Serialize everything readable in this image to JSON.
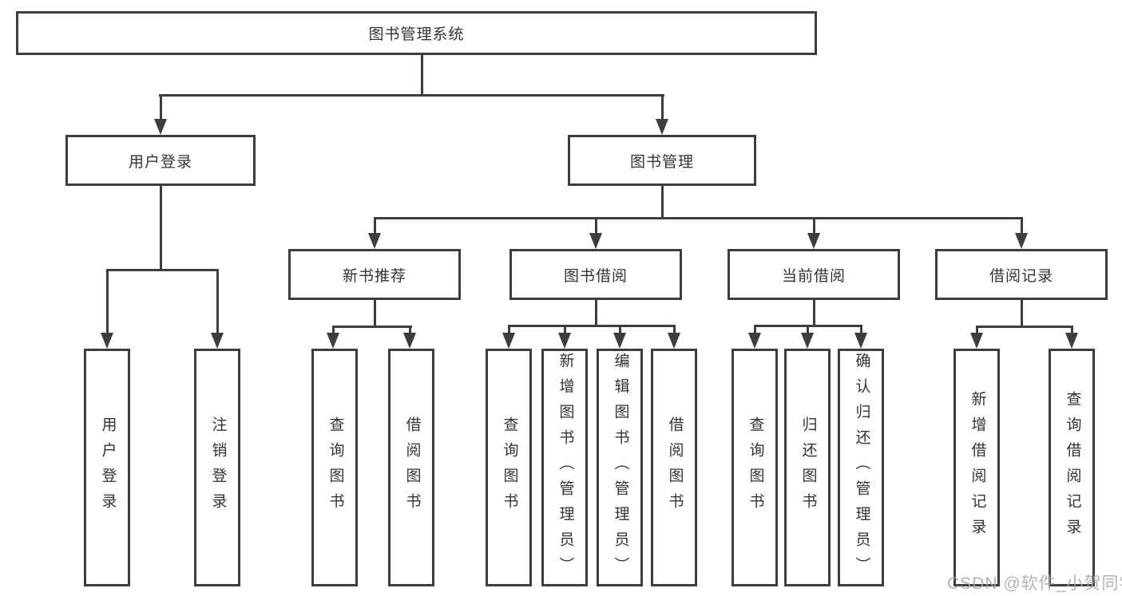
{
  "diagram": {
    "type": "tree",
    "root": {
      "label": "图书管理系统"
    },
    "user_login": {
      "label": "用户登录",
      "children": [
        {
          "label": "用户登录"
        },
        {
          "label": "注销登录"
        }
      ]
    },
    "book_management": {
      "label": "图书管理",
      "sections": [
        {
          "label": "新书推荐",
          "children": [
            {
              "label": "查询图书"
            },
            {
              "label": "借阅图书"
            }
          ]
        },
        {
          "label": "图书借阅",
          "children": [
            {
              "label": "查询图书"
            },
            {
              "label": "新增图书（管理员）"
            },
            {
              "label": "编辑图书（管理员）"
            },
            {
              "label": "借阅图书"
            }
          ]
        },
        {
          "label": "当前借阅",
          "children": [
            {
              "label": "查询图书"
            },
            {
              "label": "归还图书"
            },
            {
              "label": "确认归还（管理员）"
            }
          ]
        },
        {
          "label": "借阅记录",
          "children": [
            {
              "label": "新增借阅记录"
            },
            {
              "label": "查询借阅记录"
            }
          ]
        }
      ]
    },
    "watermark": "CSDN @软件_小贺同学",
    "colors": {
      "line": "#3d3d3d",
      "text": "#333333",
      "background": "#ffffff",
      "watermark": "#a6a6a6"
    }
  }
}
